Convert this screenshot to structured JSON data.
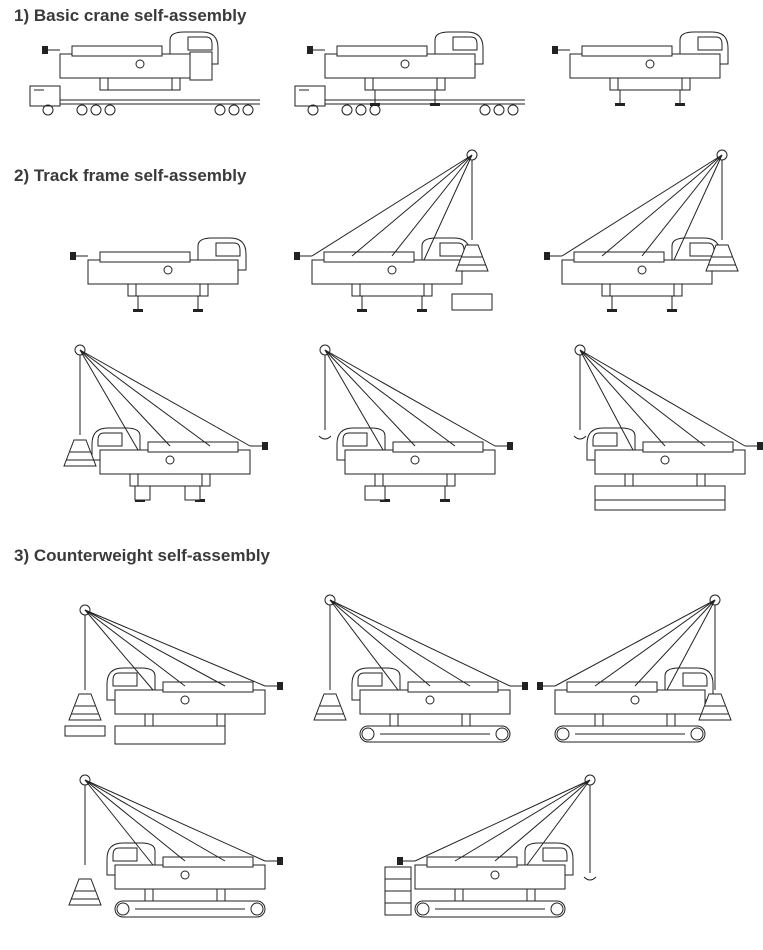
{
  "sections": [
    {
      "label": "1) Basic crane self-assembly"
    },
    {
      "label": "2) Track frame self-assembly"
    },
    {
      "label": "3) Counterweight self-assembly"
    }
  ],
  "colors": {
    "line": "#222222",
    "heading": "#3a3a3a",
    "background": "#ffffff"
  }
}
